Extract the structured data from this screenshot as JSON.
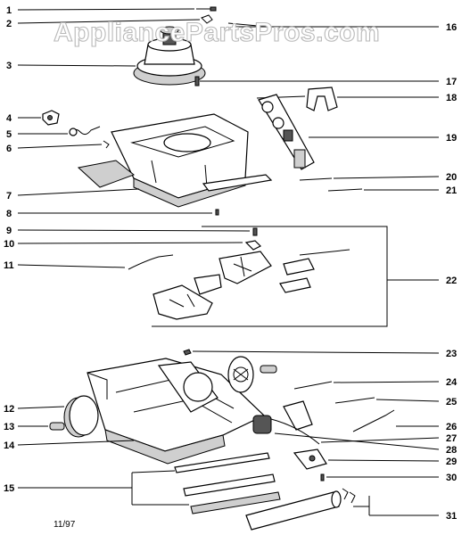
{
  "watermark": "AppliancePartsPros.com",
  "footer_date": "11/97",
  "callouts": [
    "1",
    "2",
    "3",
    "4",
    "5",
    "6",
    "7",
    "8",
    "9",
    "10",
    "11",
    "12",
    "13",
    "14",
    "15",
    "16",
    "17",
    "18",
    "19",
    "20",
    "21",
    "22",
    "23",
    "24",
    "25",
    "26",
    "27",
    "28",
    "29",
    "30",
    "31"
  ]
}
